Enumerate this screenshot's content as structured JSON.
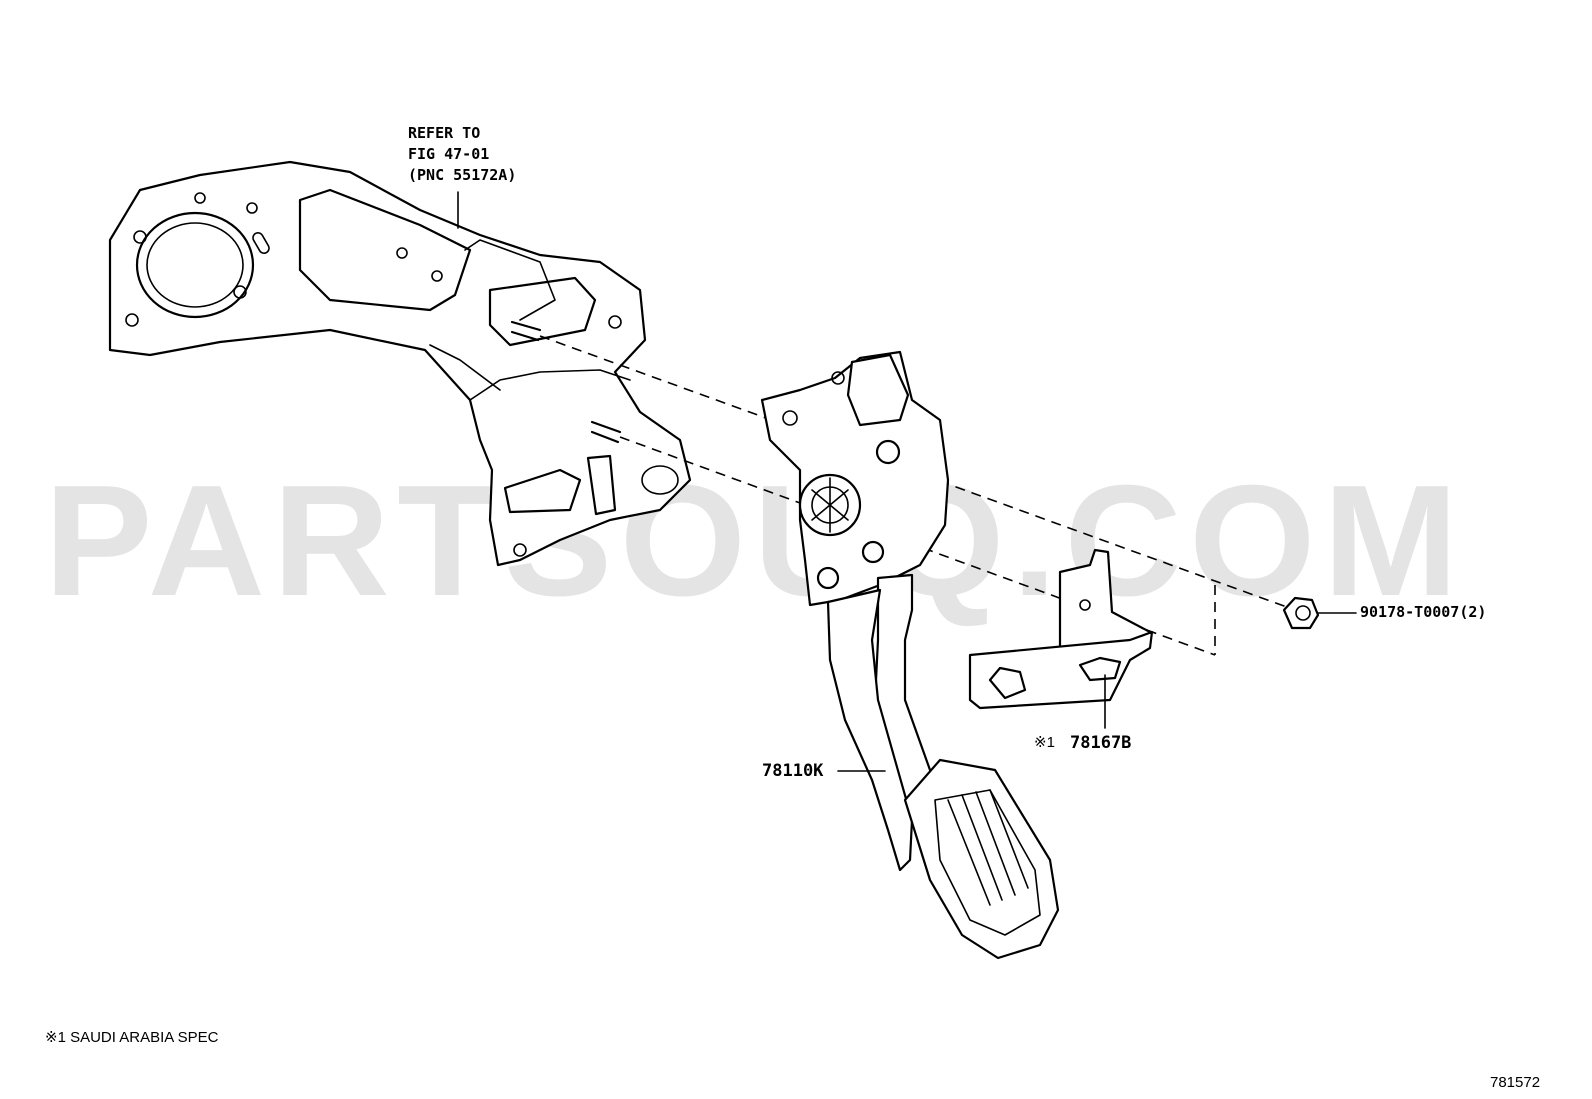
{
  "watermark": "PARTSOUQ.COM",
  "callouts": {
    "refer_line1": "REFER TO",
    "refer_line2": "FIG 47-01",
    "refer_line3": "(PNC 55172A)",
    "nut": "90178-T0007(2)",
    "bracket_mark": "※1",
    "bracket": "78167B",
    "pedal": "78110K"
  },
  "footnote": "※1  SAUDI ARABIA SPEC",
  "illustration_number": "781572"
}
